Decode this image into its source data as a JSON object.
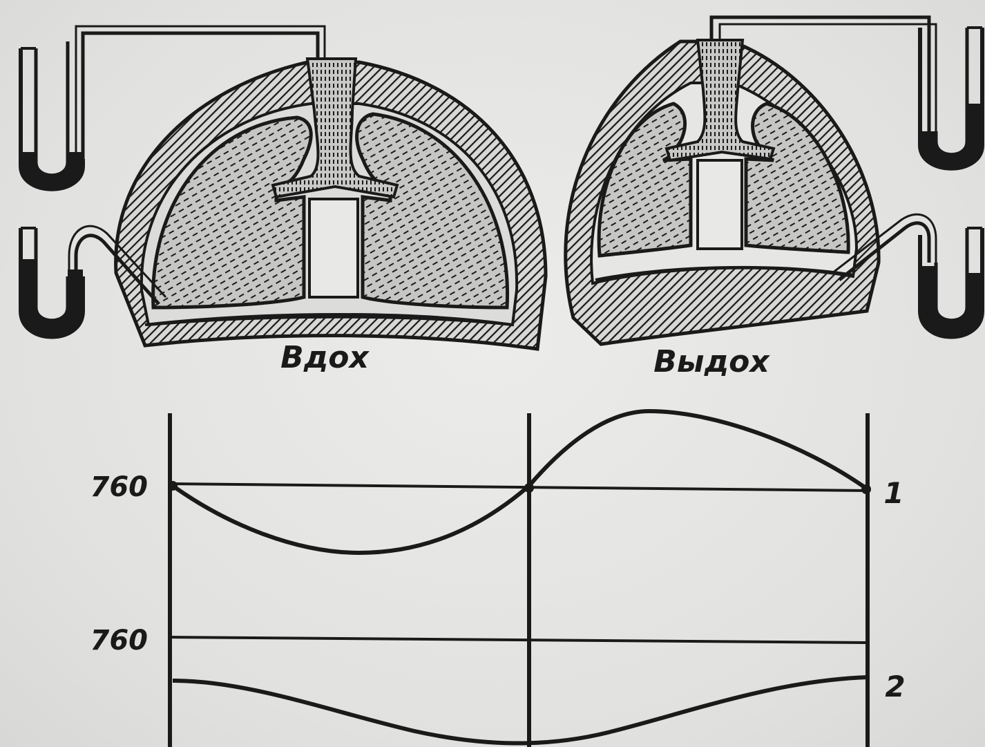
{
  "labels": {
    "inhale": "Вдох",
    "exhale": "Выдох"
  },
  "graph": {
    "level_top": "760",
    "level_bottom": "760",
    "curve_1_label": "1",
    "curve_2_label": "2"
  },
  "colors": {
    "ink": "#1a1a1a",
    "paper": "#e4e4e2",
    "lung_fill": "#b9b9b7"
  }
}
